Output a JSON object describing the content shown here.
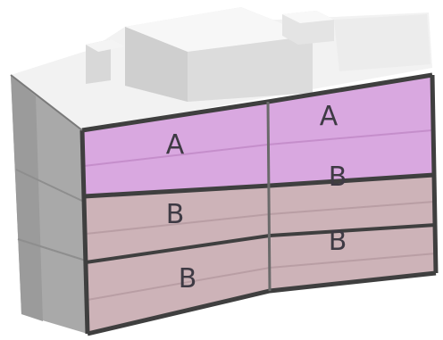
{
  "units": {
    "upper_left": "A",
    "upper_right": "A",
    "middle_left": "B",
    "middle_right": "B",
    "lower_left": "B",
    "lower_right": "B"
  },
  "colors": {
    "unit_a": "#d9a8e0",
    "unit_b": "#cdb3b8",
    "roof": "#f2f2f2",
    "side_wall": "#a9a9a9",
    "edge": "#3f3f3f"
  }
}
